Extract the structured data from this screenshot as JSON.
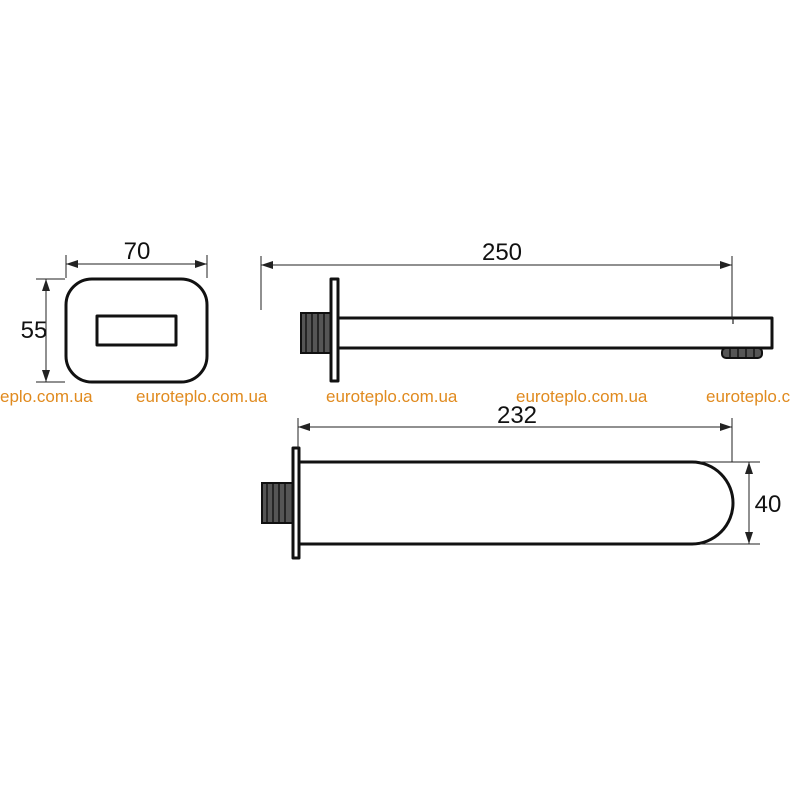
{
  "dimensions": {
    "front_width": "70",
    "front_height": "55",
    "side_length": "250",
    "top_length": "232",
    "top_width": "40"
  },
  "watermark": {
    "texts": [
      "eplo.com.ua",
      "euroteplo.com.ua",
      "euroteplo.com.ua",
      "euroteplo.com.ua",
      "euroteplo.c"
    ]
  },
  "colors": {
    "watermark": "#e08a1e",
    "line": "#111111",
    "background": "#ffffff"
  }
}
